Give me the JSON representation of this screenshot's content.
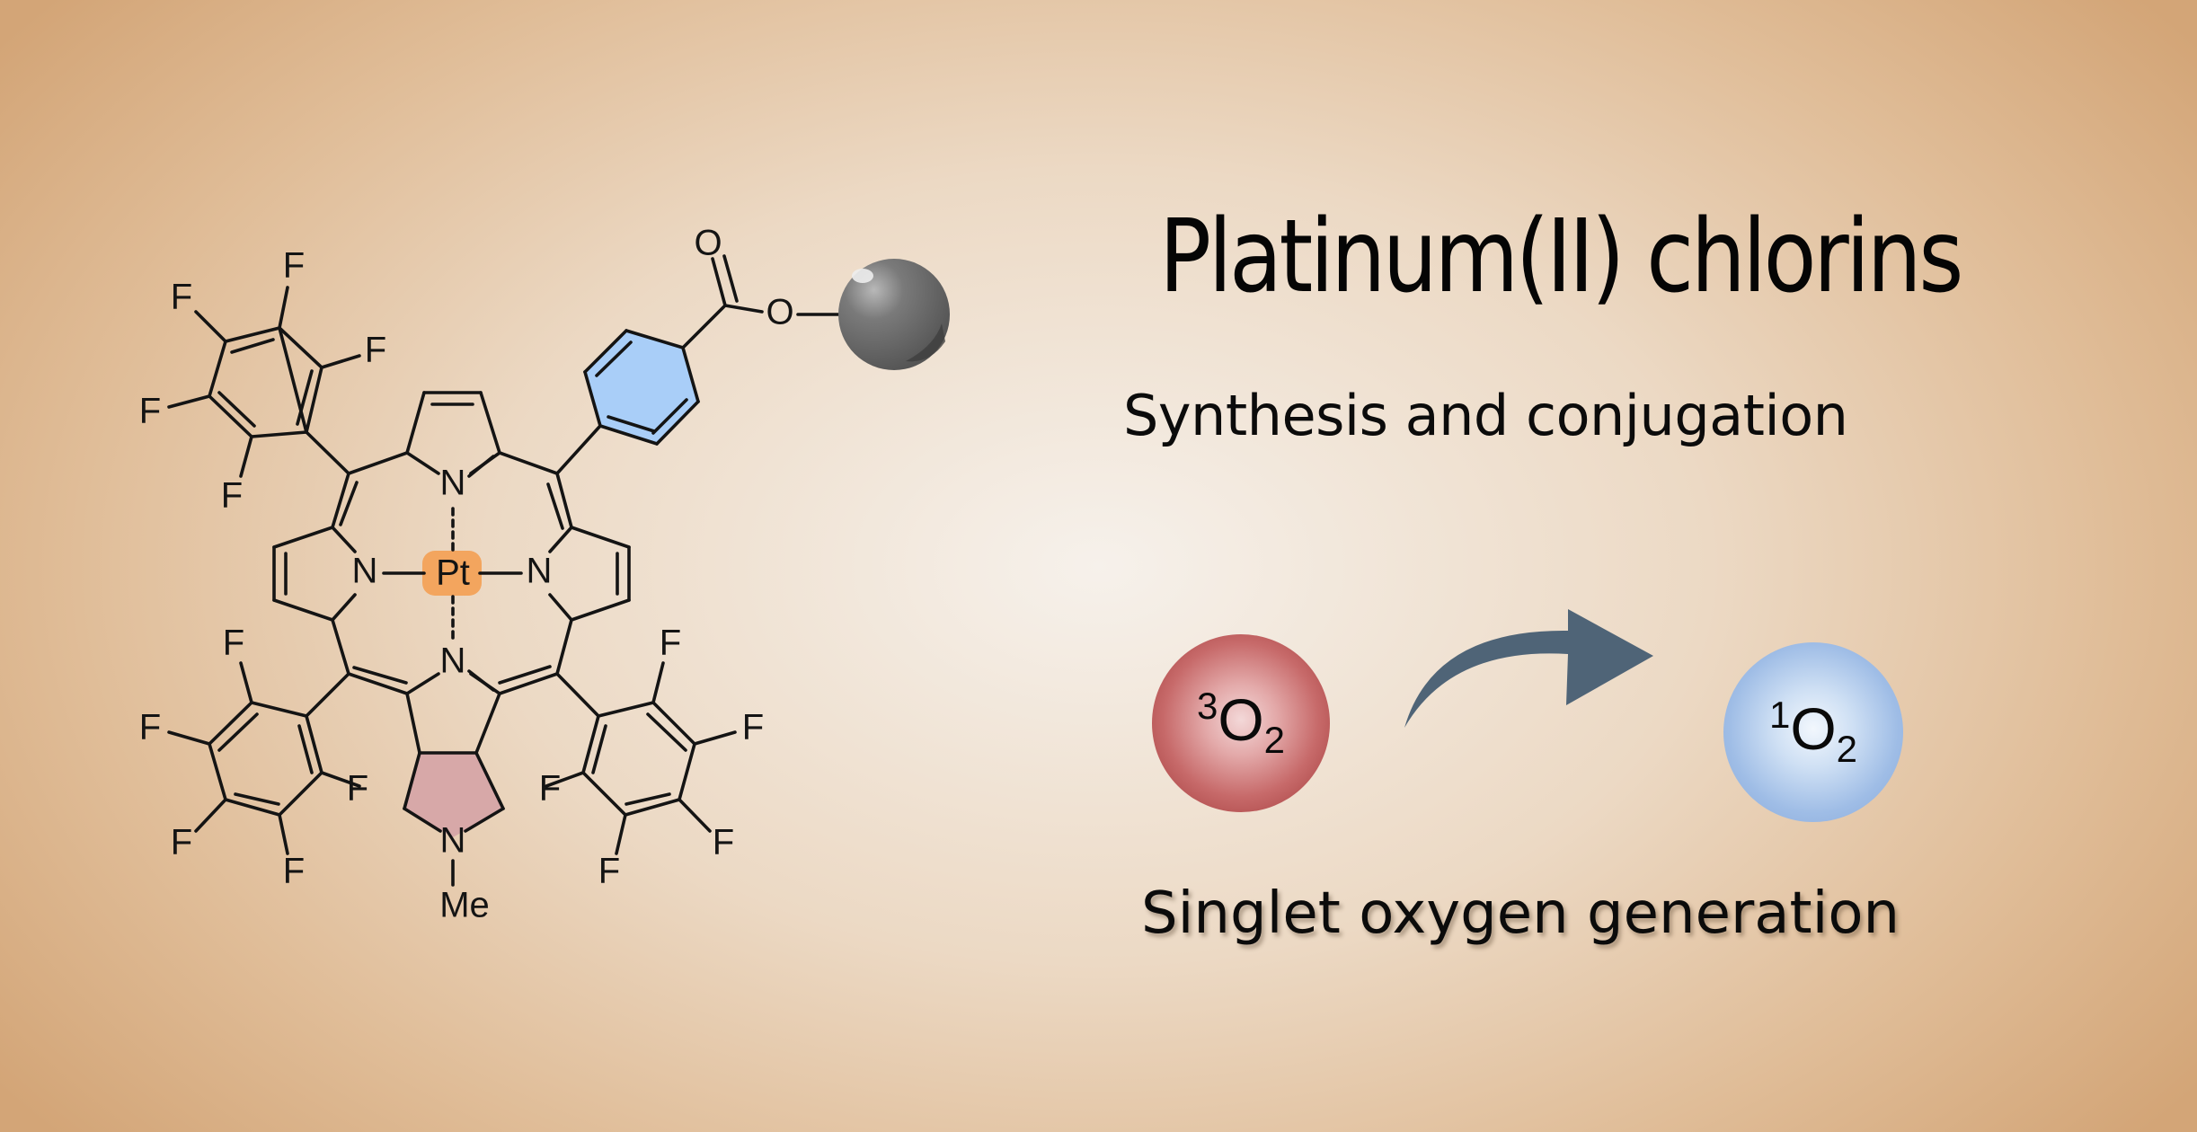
{
  "title": "Platinum(II) chlorins",
  "subtitle": "Synthesis and conjugation",
  "caption": "Singlet oxygen generation",
  "triplet_oxygen": {
    "superscript": "3",
    "symbol": "O",
    "subscript": "2",
    "color": "#b04545"
  },
  "singlet_oxygen": {
    "superscript": "1",
    "symbol": "O",
    "subscript": "2",
    "color": "#9ab8e3"
  },
  "arrow": {
    "color": "#4f6477"
  },
  "molecule": {
    "atom_labels": {
      "platinum": "Pt",
      "nitrogen": "N",
      "oxygen": "O",
      "fluorine": "F",
      "methyl": "Me"
    },
    "colors": {
      "platinum_highlight": "#f3a55e",
      "aryl_ring": "#a9cef8",
      "pyrrolidine_ring": "#d7a8a8",
      "bead": "#727272"
    }
  }
}
